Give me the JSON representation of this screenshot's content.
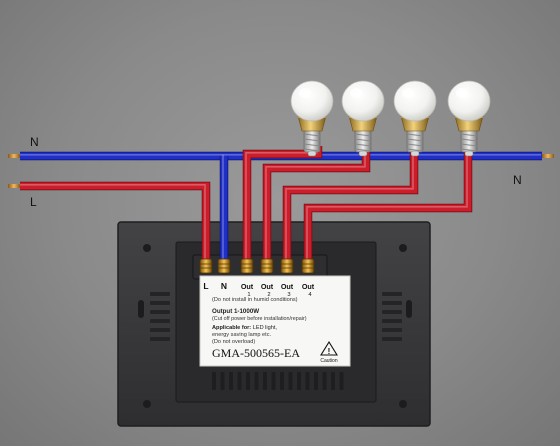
{
  "wire_labels": {
    "neutral_left": "N",
    "live_left": "L",
    "neutral_right": "N"
  },
  "terminals": [
    {
      "label": "L"
    },
    {
      "label": "N"
    },
    {
      "label": "Out",
      "number": "1"
    },
    {
      "label": "Out",
      "number": "2"
    },
    {
      "label": "Out",
      "number": "3"
    },
    {
      "label": "Out",
      "number": "4"
    }
  ],
  "spec_label": {
    "warning": "(Do not install in humid conditions)",
    "output_title": "Output 1-1000W",
    "output_note": "(Cut off power before installation/repair)",
    "applicable_bold": "Applicable for:",
    "applicable_rest": " LED light,",
    "applicable_line2": "energy saving lamp etc.",
    "overload": "(Do not overload)",
    "model": "GMA-500565-EA",
    "caution": "Caution",
    "caution_symbol": "!"
  },
  "colors": {
    "neutral_wire": "#1f2fc8",
    "live_wire": "#cc1d2a",
    "switch_body": "#3a3a3c",
    "background": "#8c8c8c"
  },
  "bulb_count": 4
}
